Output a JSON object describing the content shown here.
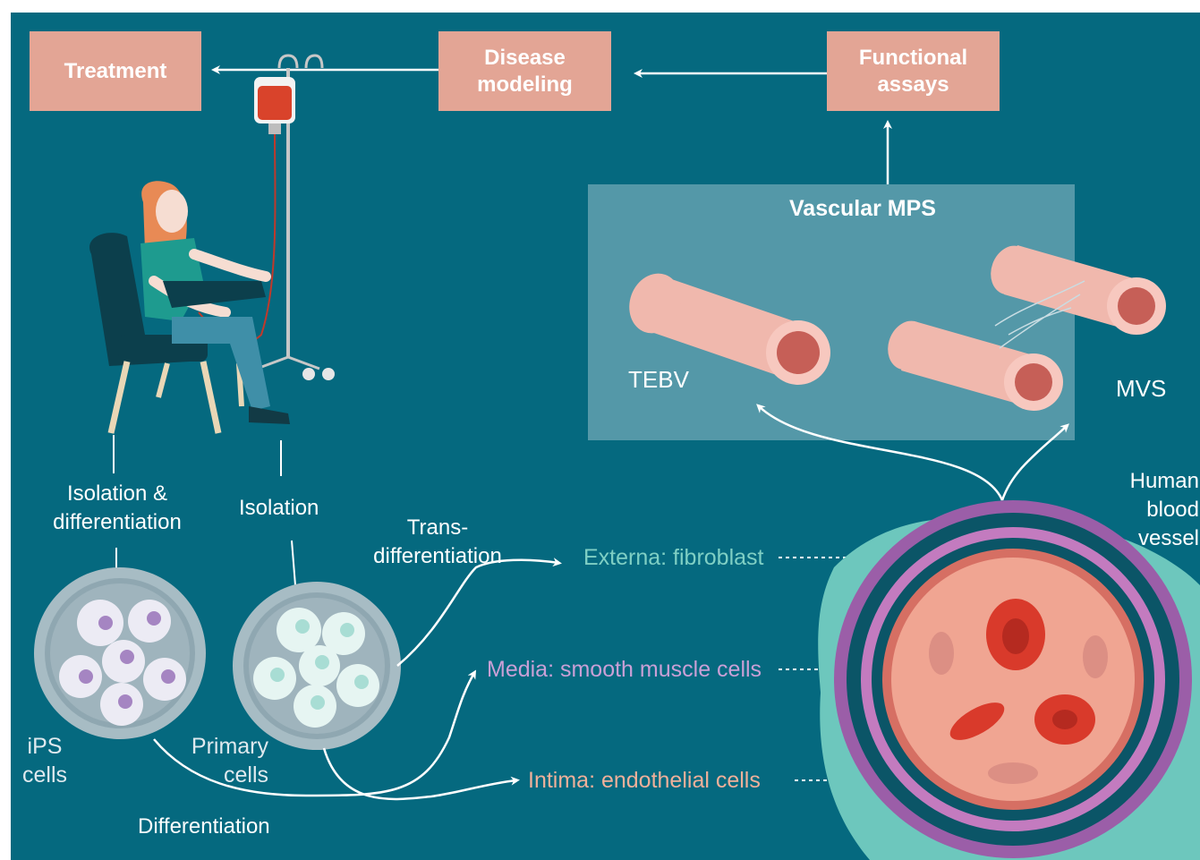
{
  "top_boxes": {
    "treatment": "Treatment",
    "disease_modeling": "Disease modeling",
    "functional_assays": "Functional assays"
  },
  "mps": {
    "title": "Vascular MPS",
    "tebv": "TEBV",
    "mvs": "MVS"
  },
  "labels": {
    "isolation_differentiation": "Isolation & differentiation",
    "isolation": "Isolation",
    "trans_differentiation": "Trans- differentiation",
    "ips_cells": "iPS cells",
    "primary_cells": "Primary cells",
    "differentiation": "Differentiation",
    "human_blood_vessel": "Human blood vessel"
  },
  "layers": {
    "externa": "Externa: fibroblast",
    "media": "Media: smooth muscle cells",
    "intima": "Intima: endothelial cells"
  },
  "colors": {
    "background": "#05697f",
    "box": "#e3a595",
    "mps_panel": "#5498a8",
    "externa_text": "#7fcfc4",
    "media_text": "#c9a0d6",
    "intima_text": "#f0b09a"
  }
}
